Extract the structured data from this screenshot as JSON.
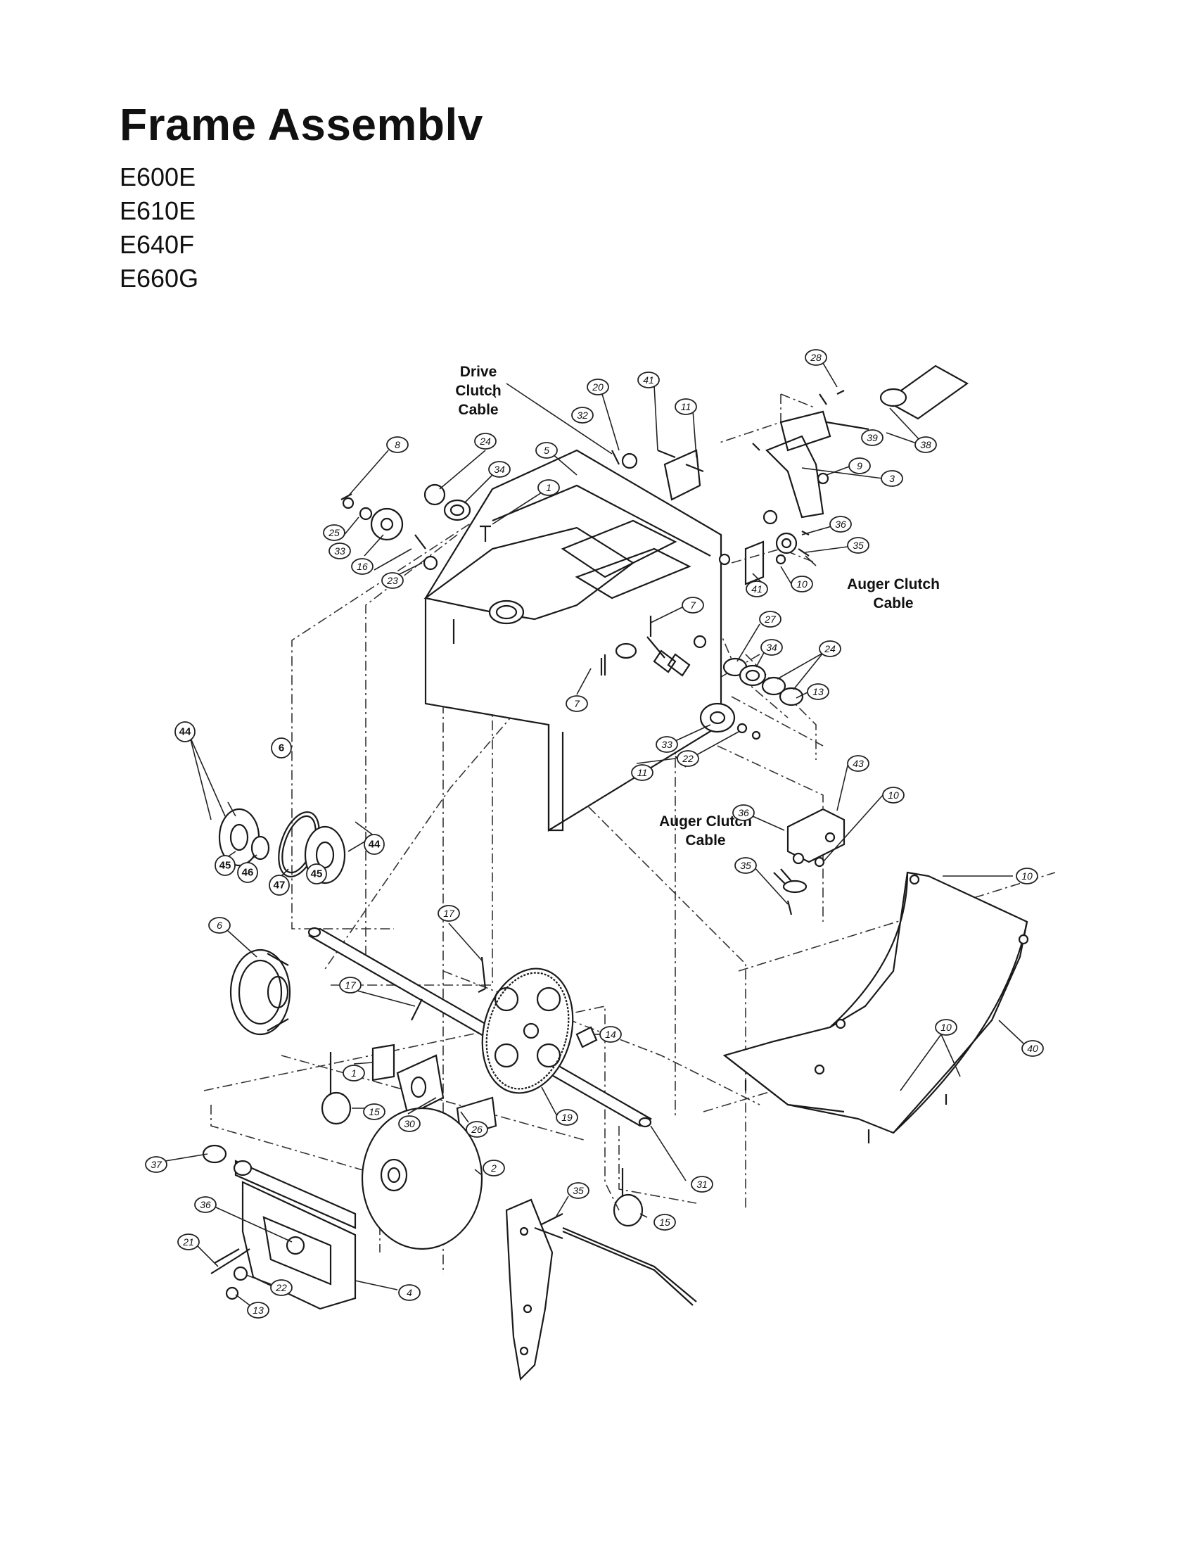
{
  "page": {
    "title": "Frame Assemblv",
    "models": [
      "E600E",
      "E610E",
      "E640F",
      "E660G"
    ]
  },
  "callouts": {
    "drive_clutch_cable": [
      "Drive",
      "Clutch",
      "Cable"
    ],
    "auger_clutch_cable_top": [
      "Auger Clutch",
      "Cable"
    ],
    "auger_clutch_cable_mid": [
      "Auger Clutch",
      "Cable"
    ]
  },
  "part_numbers": {
    "p_8": "8",
    "p_25": "25",
    "p_33a": "33",
    "p_16": "16",
    "p_24a": "24",
    "p_34a": "34",
    "p_1a": "1",
    "p_5": "5",
    "p_23": "23",
    "p_20a": "20",
    "p_32a": "32",
    "p_41a": "41",
    "p_11a": "11",
    "p_28": "28",
    "p_38": "38",
    "p_39": "39",
    "p_9": "9",
    "p_3": "3",
    "p_36a": "36",
    "p_35a": "35",
    "p_41b": "41",
    "p_10a": "10",
    "p_7a": "7",
    "p_7b": "7",
    "p_27": "27",
    "p_34b": "34",
    "p_24b": "24",
    "p_13a": "13",
    "p_33b": "33",
    "p_22a": "22",
    "p_11b": "11",
    "p_43": "43",
    "p_36b": "36",
    "p_10b": "10",
    "p_35b": "35",
    "p_44a": "44",
    "p_6a": "6",
    "p_45a": "45",
    "p_46": "46",
    "p_47": "47",
    "p_45b": "45",
    "p_44b": "44",
    "p_10c": "10",
    "p_6b": "6",
    "p_17a": "17",
    "p_17b": "17",
    "p_14": "14",
    "p_1b": "1",
    "p_15a": "15",
    "p_30": "30",
    "p_26": "26",
    "p_19": "19",
    "p_10d": "10",
    "p_40": "40",
    "p_37": "37",
    "p_2": "2",
    "p_31": "31",
    "p_36c": "36",
    "p_35c": "35",
    "p_15b": "15",
    "p_21": "21",
    "p_22b": "22",
    "p_13b": "13",
    "p_4": "4"
  }
}
